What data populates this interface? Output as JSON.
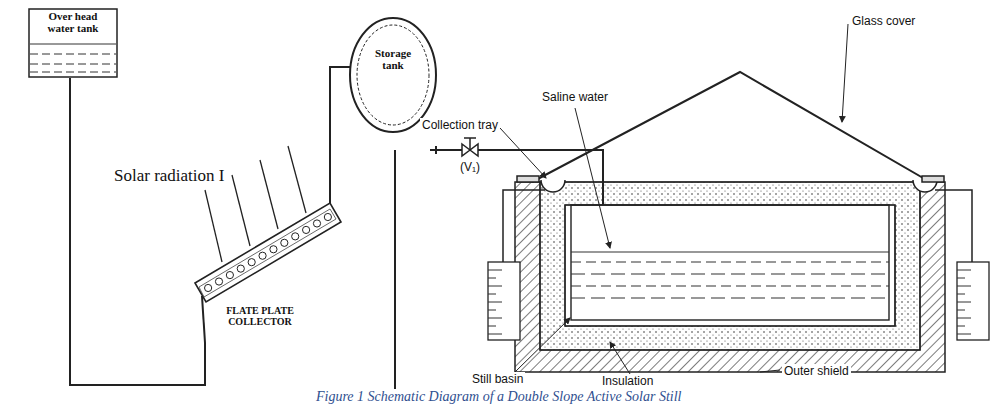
{
  "diagram": {
    "caption": "Figure 1 Schematic Diagram of a Double Slope Active Solar Still",
    "nodes": [
      {
        "text": [
          "Over head water tank"
        ]
      },
      {
        "text": [
          "FLATE PLATE COLLECTOR"
        ]
      },
      {
        "text": [
          "Storage tank"
        ]
      }
    ],
    "edges": [
      {
        "from": 0,
        "to": 1,
        "arrow": "none"
      },
      {
        "from": 1,
        "to": 2,
        "arrow": "none"
      }
    ],
    "labels": [
      "Solar radiation I",
      "Collection tray",
      "(V₁)",
      "Saline water",
      "Glass cover",
      "Still basin",
      "Insulation",
      "Outer shield"
    ]
  }
}
